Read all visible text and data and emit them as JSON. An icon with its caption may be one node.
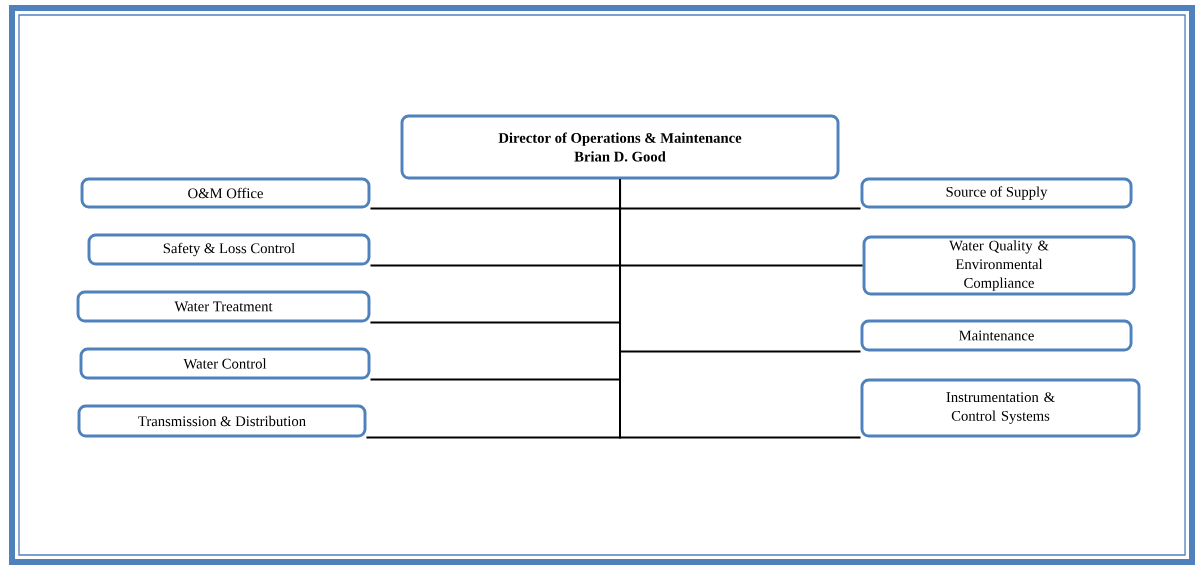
{
  "diagram": {
    "nodes": [
      {
        "text": [
          "Director of Operations & Maintenance",
          "Brian D. Good"
        ]
      },
      {
        "text": [
          "O&M Office"
        ]
      },
      {
        "text": [
          "Safety & Loss Control"
        ]
      },
      {
        "text": [
          "Water Treatment"
        ]
      },
      {
        "text": [
          "Water Control"
        ]
      },
      {
        "text": [
          "Transmission & Distribution"
        ]
      },
      {
        "text": [
          "Source of Supply"
        ]
      },
      {
        "text": [
          "Water Quality & Environmental Compliance"
        ]
      },
      {
        "text": [
          "Maintenance"
        ]
      },
      {
        "text": [
          "Instrumentation & Control Systems"
        ]
      }
    ],
    "edges": [
      {
        "from": 0,
        "to": 1,
        "arrow": "none"
      },
      {
        "from": 0,
        "to": 2,
        "arrow": "none"
      },
      {
        "from": 0,
        "to": 3,
        "arrow": "none"
      },
      {
        "from": 0,
        "to": 4,
        "arrow": "none"
      },
      {
        "from": 0,
        "to": 5,
        "arrow": "none"
      },
      {
        "from": 0,
        "to": 6,
        "arrow": "none"
      },
      {
        "from": 0,
        "to": 7,
        "arrow": "none"
      },
      {
        "from": 0,
        "to": 8,
        "arrow": "none"
      },
      {
        "from": 0,
        "to": 9,
        "arrow": "none"
      }
    ]
  }
}
